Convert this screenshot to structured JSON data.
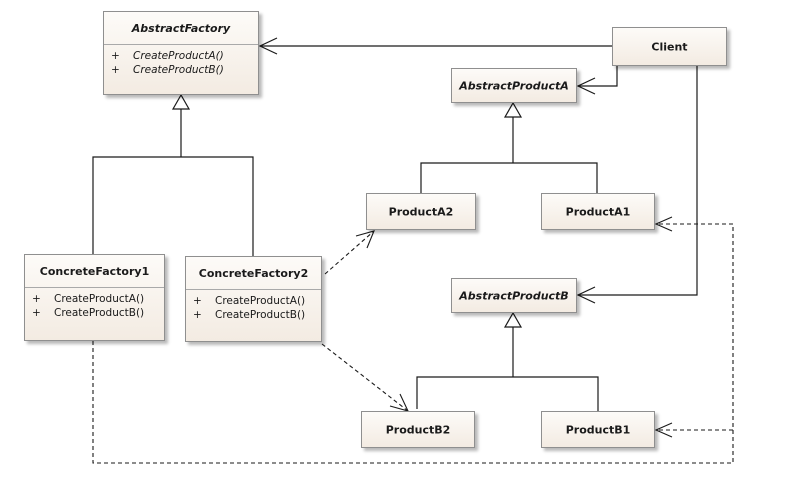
{
  "classes": {
    "abstract_factory": {
      "name": "AbstractFactory",
      "operations": [
        {
          "visibility": "+",
          "name": "CreateProductA()"
        },
        {
          "visibility": "+",
          "name": "CreateProductB()"
        }
      ]
    },
    "client": {
      "name": "Client"
    },
    "abstract_product_a": {
      "name": "AbstractProductA"
    },
    "product_a2": {
      "name": "ProductA2"
    },
    "product_a1": {
      "name": "ProductA1"
    },
    "concrete_factory_1": {
      "name": "ConcreteFactory1",
      "operations": [
        {
          "visibility": "+",
          "name": "CreateProductA()"
        },
        {
          "visibility": "+",
          "name": "CreateProductB()"
        }
      ]
    },
    "concrete_factory_2": {
      "name": "ConcreteFactory2",
      "operations": [
        {
          "visibility": "+",
          "name": "CreateProductA()"
        },
        {
          "visibility": "+",
          "name": "CreateProductB()"
        }
      ]
    },
    "abstract_product_b": {
      "name": "AbstractProductB"
    },
    "product_b2": {
      "name": "ProductB2"
    },
    "product_b1": {
      "name": "ProductB1"
    }
  },
  "relationships": [
    {
      "type": "association",
      "from": "Client",
      "to": "AbstractFactory"
    },
    {
      "type": "association",
      "from": "Client",
      "to": "AbstractProductA"
    },
    {
      "type": "association",
      "from": "Client",
      "to": "AbstractProductB"
    },
    {
      "type": "generalization",
      "from": "ConcreteFactory1",
      "to": "AbstractFactory"
    },
    {
      "type": "generalization",
      "from": "ConcreteFactory2",
      "to": "AbstractFactory"
    },
    {
      "type": "generalization",
      "from": "ProductA2",
      "to": "AbstractProductA"
    },
    {
      "type": "generalization",
      "from": "ProductA1",
      "to": "AbstractProductA"
    },
    {
      "type": "generalization",
      "from": "ProductB2",
      "to": "AbstractProductB"
    },
    {
      "type": "generalization",
      "from": "ProductB1",
      "to": "AbstractProductB"
    },
    {
      "type": "dependency",
      "from": "ConcreteFactory2",
      "to": "ProductA2"
    },
    {
      "type": "dependency",
      "from": "ConcreteFactory2",
      "to": "ProductB2"
    },
    {
      "type": "dependency",
      "from": "ConcreteFactory1",
      "to": "ProductA1"
    },
    {
      "type": "dependency",
      "from": "ConcreteFactory1",
      "to": "ProductB1"
    }
  ],
  "colors": {
    "line": "#1a1a1a",
    "box_border": "#8f8f8f",
    "box_fill_top": "#fdfbf8",
    "box_fill_bottom": "#f3ebe2"
  }
}
